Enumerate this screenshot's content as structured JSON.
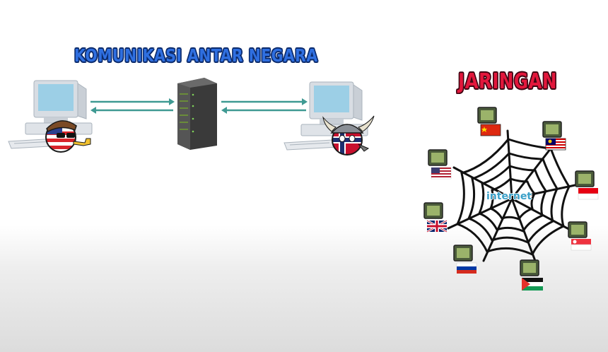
{
  "komunikasi_title": "KOMUNIKASI ANTAR NEGARA",
  "jaringan_title": "JARINGAN",
  "web_label": "internet",
  "colors": {
    "komunikasi_title": "#2f6fe0",
    "jaringan_title": "#e2173c",
    "arrow": "#3f9a93",
    "server": "#3a3a3a"
  },
  "icons": {
    "left_computer": "desktop-computer-icon",
    "server": "server-rack-icon",
    "right_computer": "desktop-computer-icon",
    "left_character": "usa-countryball-icon",
    "right_character": "norway-countryball-icon",
    "web": "spider-web-icon"
  },
  "network_nodes": [
    {
      "country": "china-flag-icon"
    },
    {
      "country": "malaysia-flag-icon"
    },
    {
      "country": "indonesia-flag-icon"
    },
    {
      "country": "singapore-flag-icon"
    },
    {
      "country": "palestine-flag-icon"
    },
    {
      "country": "russia-flag-icon"
    },
    {
      "country": "uk-flag-icon"
    },
    {
      "country": "usa-flag-icon"
    }
  ]
}
